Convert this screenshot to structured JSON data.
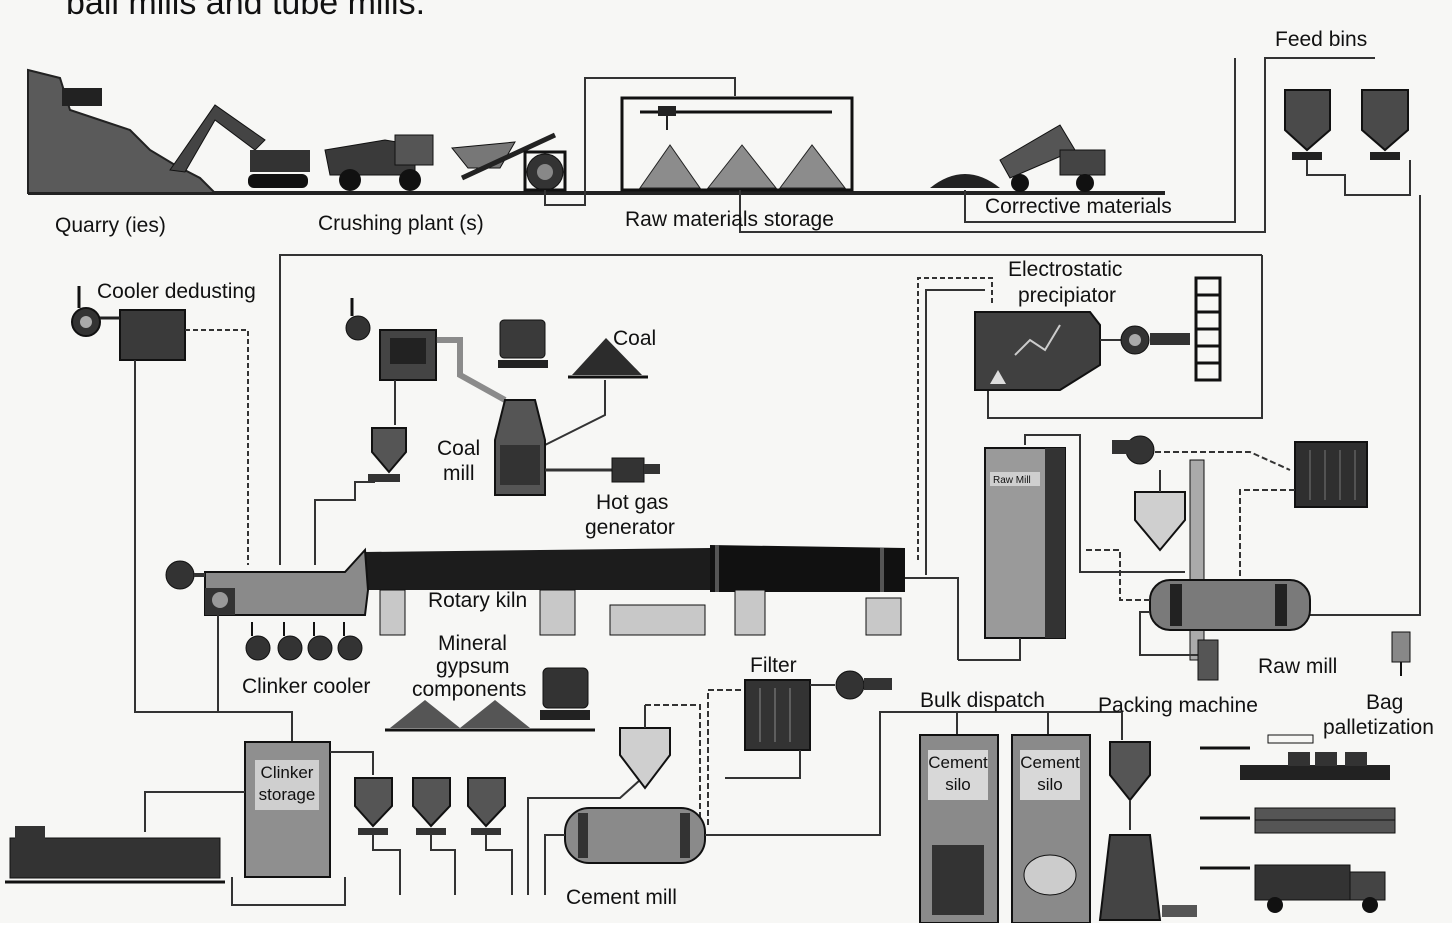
{
  "header_fragment": "ball mills and tube mills.",
  "labels": {
    "feed_bins": "Feed bins",
    "quarry": "Quarry (ies)",
    "crushing_plant": "Crushing plant (s)",
    "raw_materials_storage": "Raw materials storage",
    "corrective_materials": "Corrective materials",
    "cooler_dedusting": "Cooler dedusting",
    "electrostatic_line1": "Electrostatic",
    "electrostatic_line2": "precipiator",
    "coal": "Coal",
    "coal_mill_line1": "Coal",
    "coal_mill_line2": "mill",
    "hot_gas_line1": "Hot gas",
    "hot_gas_line2": "generator",
    "raw_mill_tag": "Raw Mill",
    "rotary_kiln": "Rotary kiln",
    "clinker_cooler": "Clinker cooler",
    "mineral_line1": "Mineral",
    "mineral_line2": "gypsum",
    "mineral_line3": "components",
    "filter": "Filter",
    "bulk_dispatch": "Bulk dispatch",
    "packing_machine": "Packing machine",
    "raw_mill": "Raw mill",
    "bag_line1": "Bag",
    "bag_line2": "palletization",
    "clinker_storage_line1": "Clinker",
    "clinker_storage_line2": "storage",
    "cement_silo_1_line1": "Cement",
    "cement_silo_1_line2": "silo",
    "cement_silo_2_line1": "Cement",
    "cement_silo_2_line2": "silo",
    "cement_mill": "Cement mill"
  },
  "colors": {
    "ink": "#1a1a1a",
    "equipment": "#2b2b2b",
    "equipment_light": "#8a8a8a",
    "pipe": "#333333",
    "ground": "#555555"
  }
}
